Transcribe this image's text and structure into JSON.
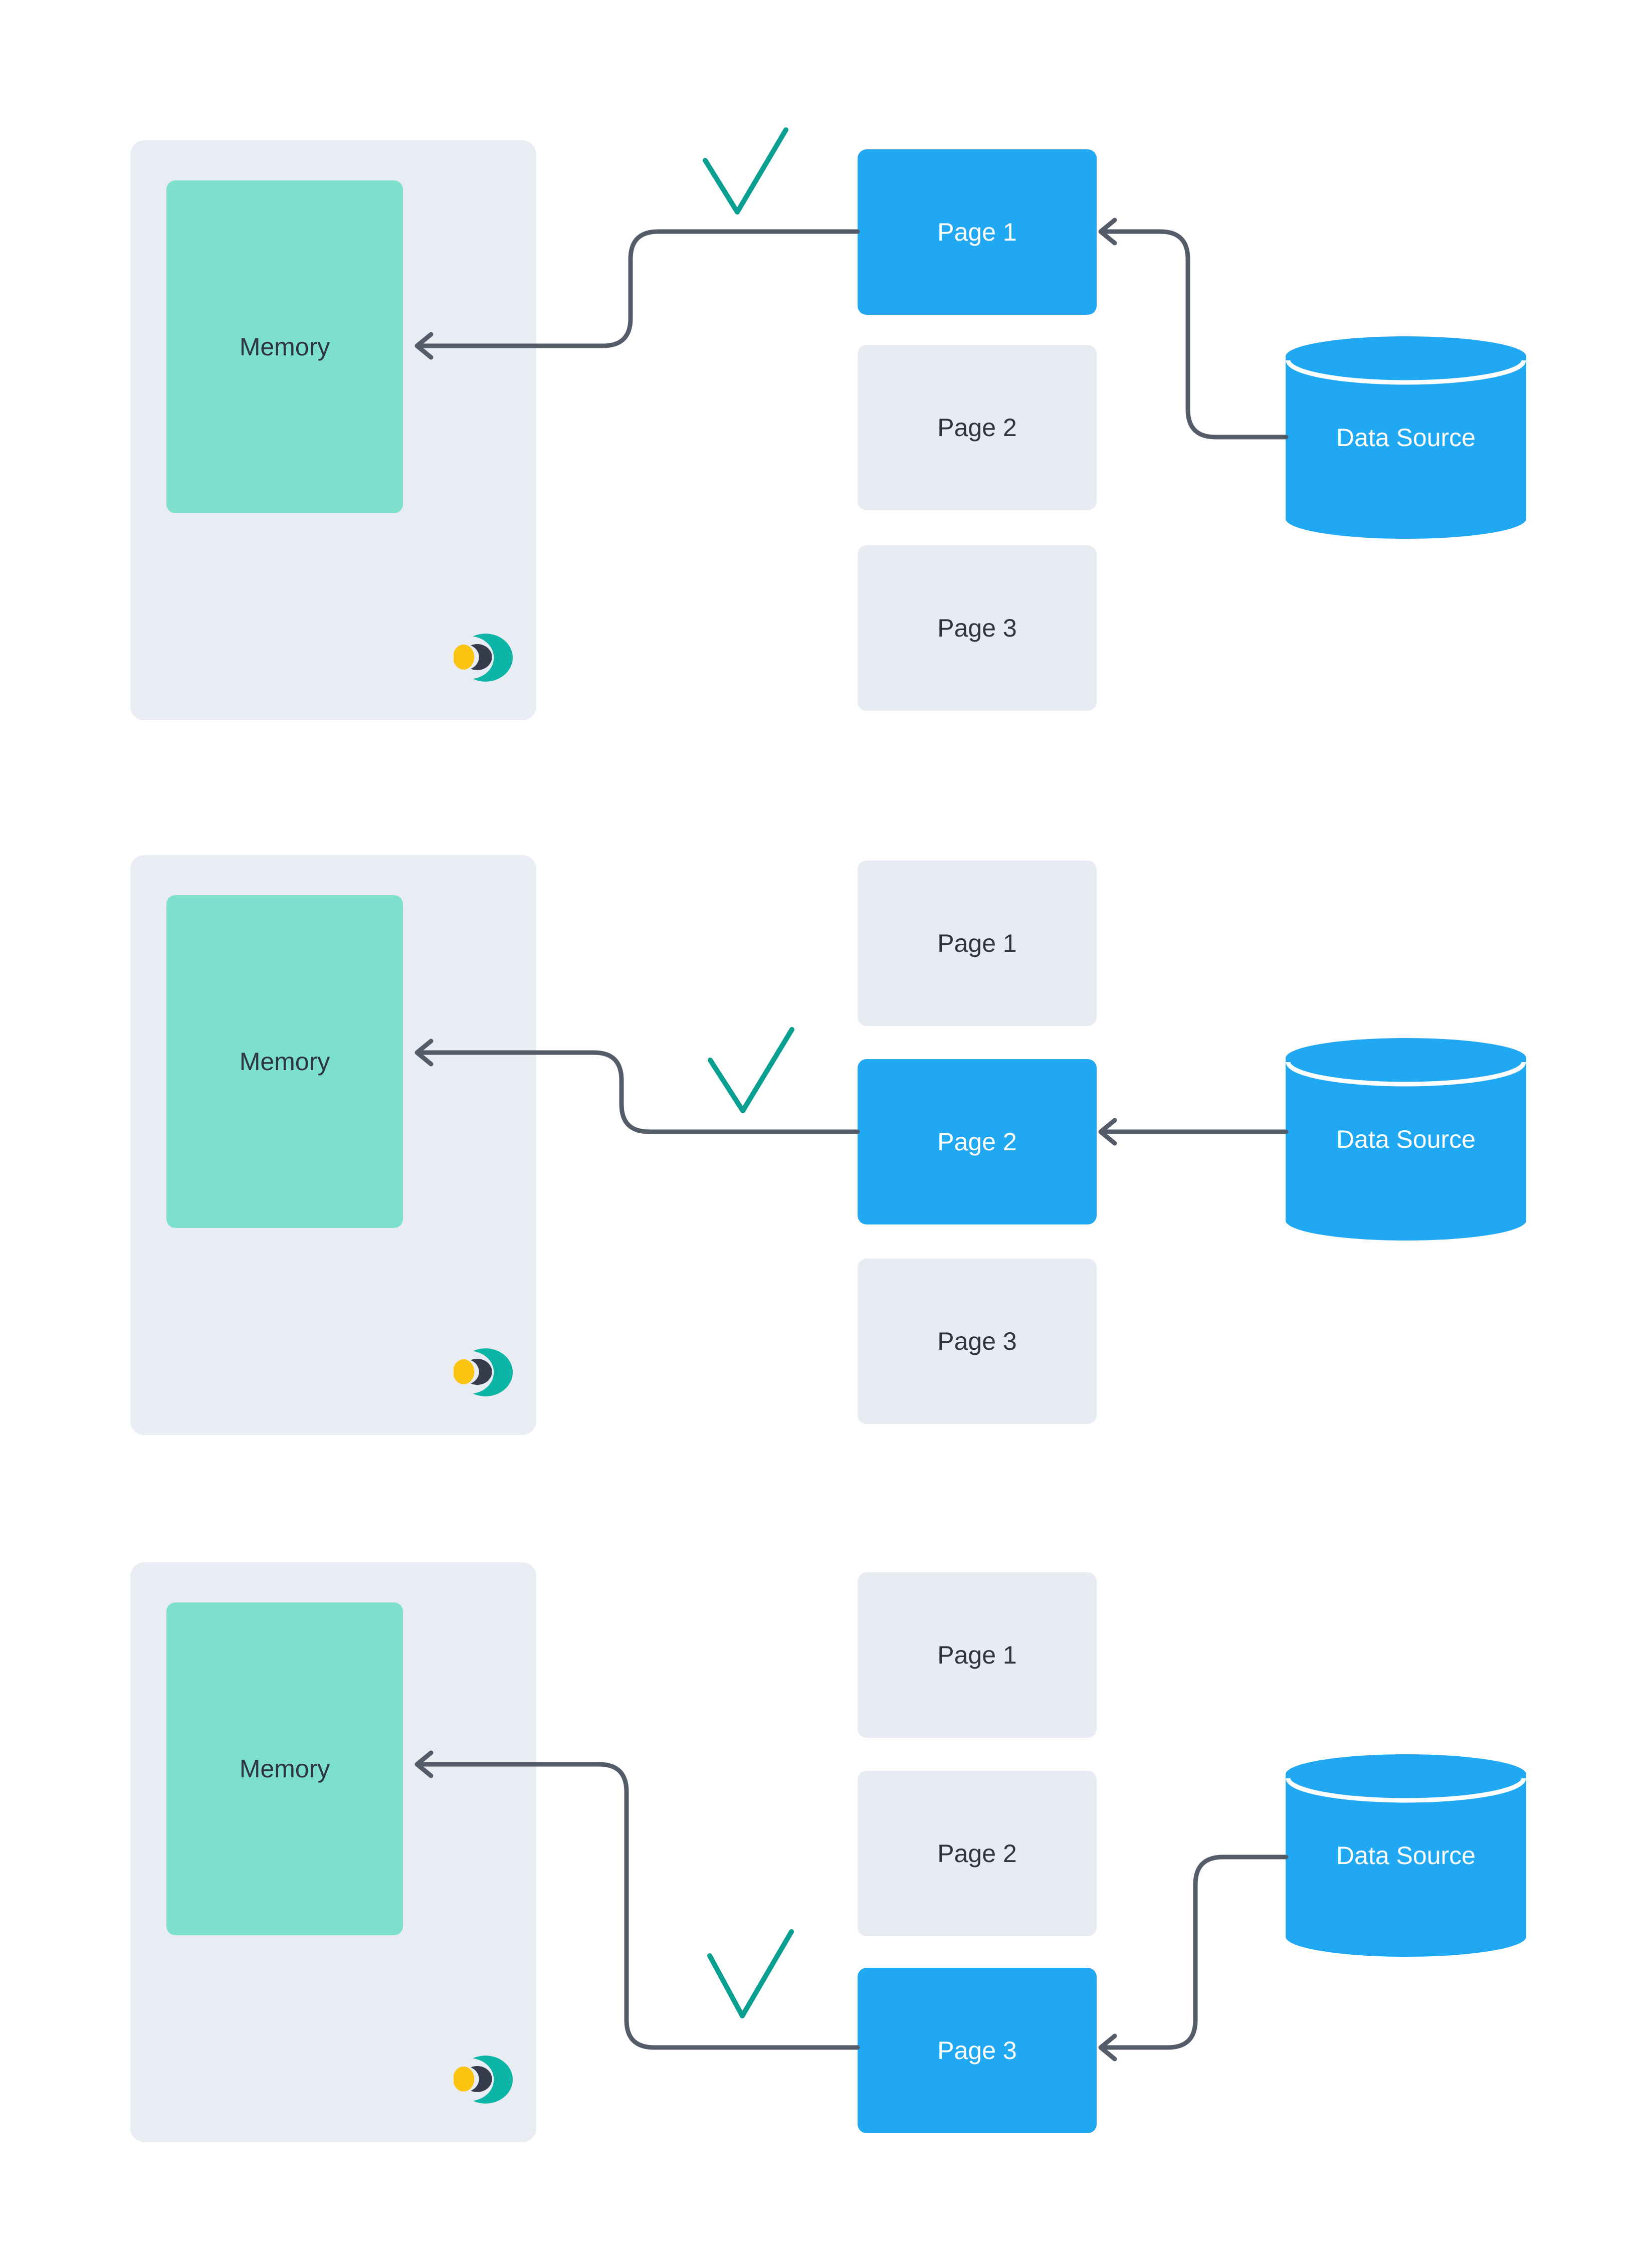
{
  "colors": {
    "canvas-bg": "#ffffff",
    "panel-bg": "#e9ecf3",
    "page-inactive-bg": "#e8ebf2",
    "page-active-bg": "#21a8f2",
    "memory-bg": "#7de0cd",
    "text-dark": "#2d3540",
    "text-light": "#ffffff",
    "arrow": "#545b69",
    "check": "#0aa091",
    "logo-teal": "#0cb5a5",
    "logo-dark": "#363c4b",
    "logo-yellow": "#fac411"
  },
  "rows": [
    {
      "memory_label": "Memory",
      "datasource_label": "Data Source",
      "active_page": "Page 1",
      "checkmark": "checkmark-on-page-1-transfer",
      "pages": [
        {
          "label": "Page 1",
          "state": "active"
        },
        {
          "label": "Page 2",
          "state": "inactive"
        },
        {
          "label": "Page 3",
          "state": "inactive"
        }
      ]
    },
    {
      "memory_label": "Memory",
      "datasource_label": "Data Source",
      "active_page": "Page 2",
      "checkmark": "checkmark-on-page-2-transfer",
      "pages": [
        {
          "label": "Page 1",
          "state": "inactive"
        },
        {
          "label": "Page 2",
          "state": "active"
        },
        {
          "label": "Page 3",
          "state": "inactive"
        }
      ]
    },
    {
      "memory_label": "Memory",
      "datasource_label": "Data Source",
      "active_page": "Page 3",
      "checkmark": "checkmark-on-page-3-transfer",
      "pages": [
        {
          "label": "Page 1",
          "state": "inactive"
        },
        {
          "label": "Page 2",
          "state": "inactive"
        },
        {
          "label": "Page 3",
          "state": "active"
        }
      ]
    }
  ]
}
